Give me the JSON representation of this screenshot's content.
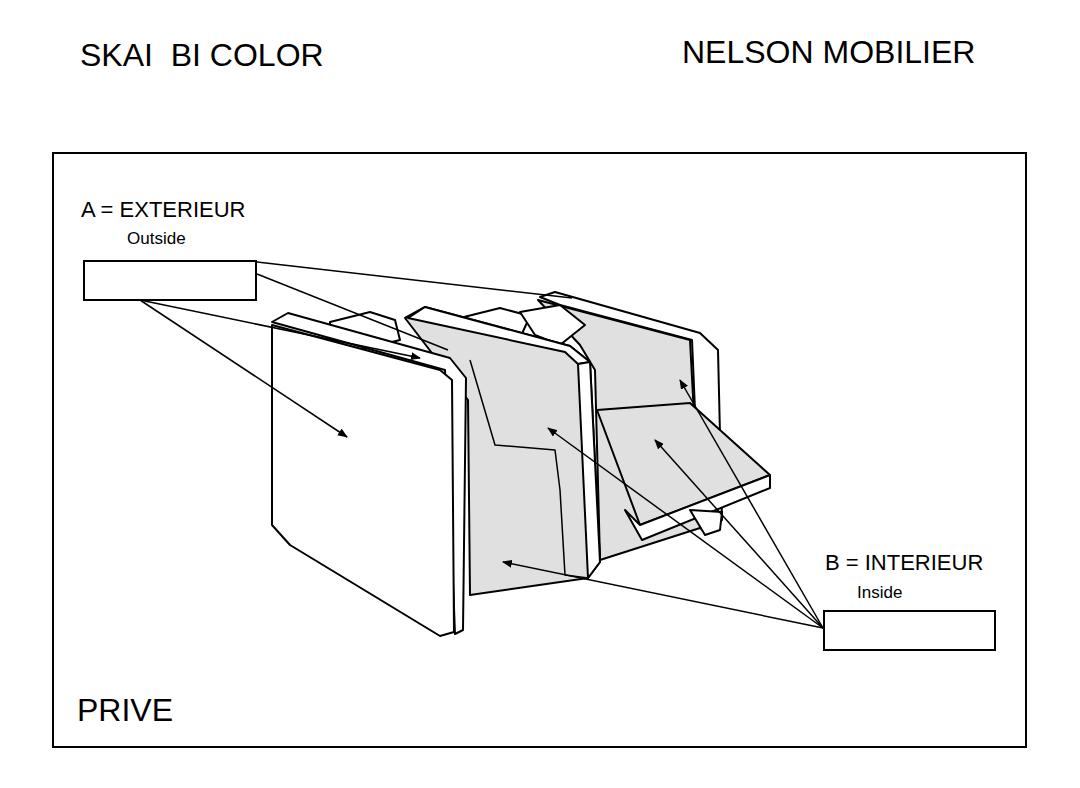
{
  "diagram": {
    "title": "SKAI  BI COLOR",
    "nodes": [
      {
        "text": [
          "A = EXTERIEUR",
          "Outside"
        ]
      },
      {
        "text": [
          "B = INTERIEUR",
          "Inside"
        ]
      }
    ],
    "labels": [
      "NELSON MOBILIER",
      "PRIVE"
    ]
  }
}
